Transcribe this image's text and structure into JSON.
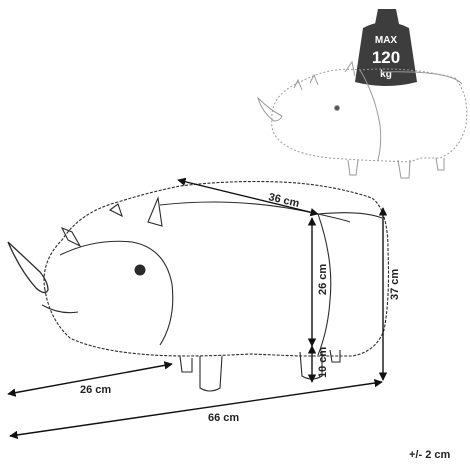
{
  "weight_badge": {
    "line1": "MAX",
    "line2": "120",
    "line3": "kg",
    "color": "#3d3d3d"
  },
  "dimensions": {
    "top_depth": "36 cm",
    "body_height": "26 cm",
    "total_height": "37 cm",
    "leg_height": "10 cm",
    "width": "26 cm",
    "length": "66 cm"
  },
  "tolerance": "+/- 2 cm",
  "colors": {
    "outline": "#2b2b2b",
    "outline_faint": "#9a9a9a",
    "dimension_line": "#111111"
  }
}
